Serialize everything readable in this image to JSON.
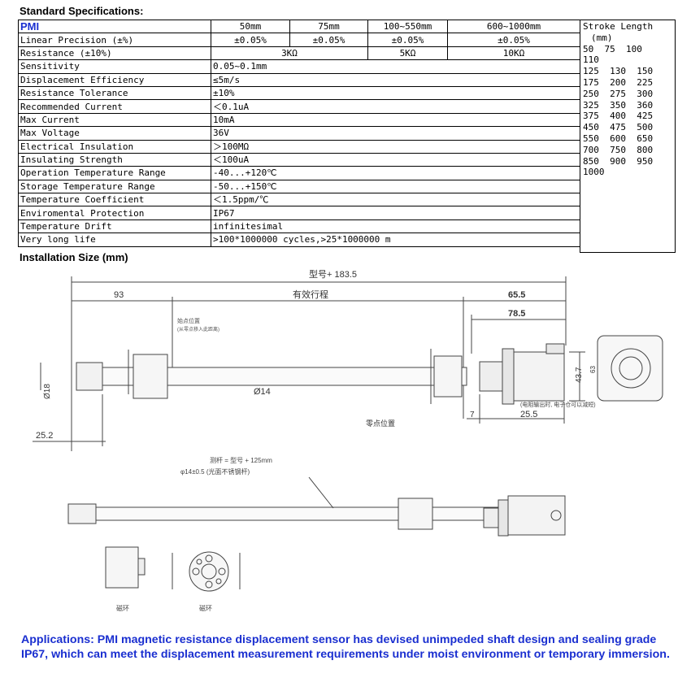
{
  "spec_title": "Standard Specifications:",
  "table": {
    "model": "PMI",
    "size_headers": [
      "50mm",
      "75mm",
      "100~550mm",
      "600~1000mm"
    ],
    "rows": [
      {
        "label": "Linear Precision (±%)",
        "values": [
          "±0.05%",
          "±0.05%",
          "±0.05%",
          "±0.05%"
        ]
      },
      {
        "label": "Resistance (±10%)",
        "values": [
          "3KΩ",
          "5KΩ",
          "10KΩ"
        ]
      },
      {
        "label": "Sensitivity",
        "value": "0.05~0.1mm"
      },
      {
        "label": "Displacement Efficiency",
        "value": "≤5m/s"
      },
      {
        "label": "Resistance Tolerance",
        "value": "±10%"
      },
      {
        "label": "Recommended Current",
        "value": "＜0.1uA"
      },
      {
        "label": "Max Current",
        "value": "10mA"
      },
      {
        "label": "Max Voltage",
        "value": "36V"
      },
      {
        "label": "Electrical Insulation",
        "value": "＞100MΩ"
      },
      {
        "label": "Insulating Strength",
        "value": "＜100uA"
      },
      {
        "label": "Operation Temperature Range",
        "value": "-40...+120℃"
      },
      {
        "label": "Storage Temperature Range",
        "value": "-50...+150℃"
      },
      {
        "label": "Temperature Coefficient",
        "value": "＜1.5ppm/℃"
      },
      {
        "label": "Enviromental Protection",
        "value": "IP67"
      },
      {
        "label": "Temperature Drift",
        "value": "infinitesimal"
      },
      {
        "label": "Very long life",
        "value": ">100*1000000 cycles,>25*1000000 m"
      }
    ]
  },
  "stroke": {
    "title": "Stroke Length",
    "unit": "(mm)",
    "lines": [
      "50  75  100",
      "110",
      "125  130  150",
      "175  200  225",
      "250  275  300",
      "325  350  360",
      "375  400  425",
      "450  475  500",
      "550  600  650",
      "700  750  800",
      "850  900  950",
      "1000"
    ]
  },
  "install_title": "Installation Size (mm)",
  "drawing": {
    "overall": "型号+ 183.5",
    "dim_93": "93",
    "stroke_label": "有效行程",
    "dim_65": "65.5",
    "dim_78": "78.5",
    "start_note": "始点位置",
    "start_note2": "(从零点移入此距离)",
    "dia_rod": "Ø14",
    "dia_18": "Ø18",
    "h_43": "43.7",
    "h_63": "63",
    "zero_label": "零点位置",
    "dim_7": "7",
    "dim_25_5": "25.5",
    "dim_25_2": "25.2",
    "cable_note": "(电阻输出时, 电子仓可以减短)",
    "rod_len": "测杆 = 型号 + 125mm",
    "rod_spec": "φ14±0.5 (光面不锈钢杆)",
    "ring1": "磁环",
    "ring2": "磁环"
  },
  "applications": "Applications: PMI magnetic resistance displacement sensor has devised unimpeded shaft design and  sealing grade IP67, which can meet the displacement measurement requirements under moist environment or temporary immersion."
}
